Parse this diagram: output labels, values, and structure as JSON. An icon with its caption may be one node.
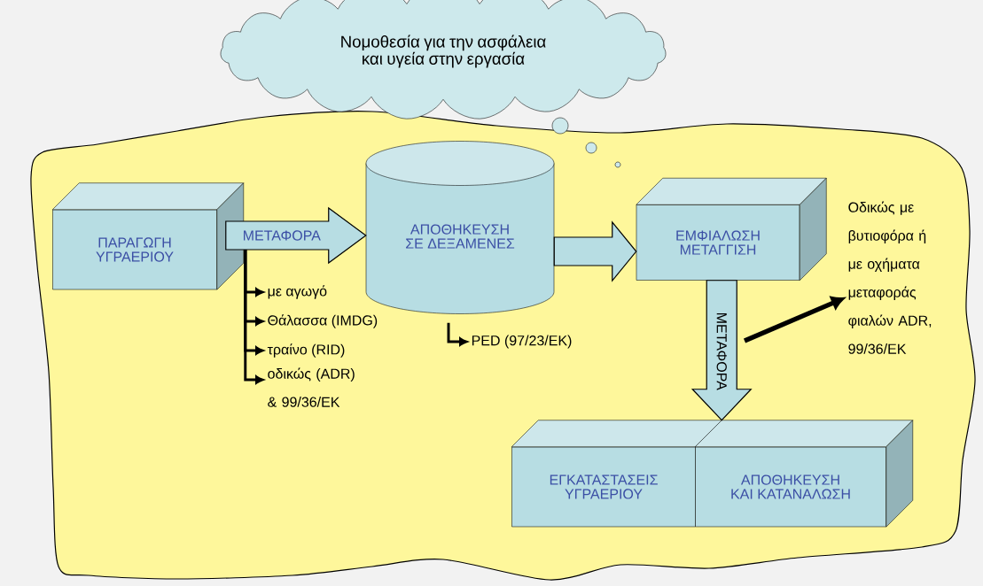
{
  "diagram": {
    "nodes": [
      {
        "text": [
          "Νομοθεσία για την ασφάλεια και υγεία στην εργασία"
        ]
      },
      {
        "text": [
          "ΠΑΡΑΓΩΓΗ ΥΓΡΑΕΡΙΟΥ"
        ]
      },
      {
        "text": [
          "ΑΠΟΘΗΚΕΥΣΗ ΣΕ ΔΕΞΑΜΕΝΕΣ"
        ]
      },
      {
        "text": [
          "ΕΜΦΙΑΛΩΣΗ ΜΕΤΑΓΓΙΣΗ"
        ]
      },
      {
        "text": [
          "ΕΓΚΑΤΑΣΤΑΣΕΙΣ ΥΓΡΑΕΡΙΟΥ"
        ]
      },
      {
        "text": [
          "ΑΠΟΘΗΚΕΥΣΗ ΚΑΙ ΚΑΤΑΝΑΛΩΣΗ"
        ]
      },
      {
        "text": [
          "με αγωγό"
        ]
      },
      {
        "text": [
          "Θάλασσα (IMDG)"
        ]
      },
      {
        "text": [
          "τραίνο (RID)"
        ]
      },
      {
        "text": [
          "οδικώς (ADR) & 99/36/ΕΚ"
        ]
      },
      {
        "text": [
          "PED (97/23/ΕΚ)"
        ]
      },
      {
        "text": [
          "Οδικώς με βυτιοφόρα ή με οχήματα μεταφοράς φιαλών ADR, 99/36/ΕΚ"
        ]
      }
    ],
    "edges": [
      {
        "from": 1,
        "to": 2,
        "arrow": "to",
        "label": "ΜΕΤΑΦΟΡΑ"
      },
      {
        "from": 2,
        "to": 3,
        "arrow": "to"
      },
      {
        "from": 3,
        "to": 5,
        "arrow": "to",
        "label": "ΜΕΤΑΦΟΡΑ"
      },
      {
        "from": 1,
        "to": 6,
        "arrow": "to"
      },
      {
        "from": 1,
        "to": 7,
        "arrow": "to"
      },
      {
        "from": 1,
        "to": 8,
        "arrow": "to"
      },
      {
        "from": 1,
        "to": 9,
        "arrow": "to"
      },
      {
        "from": 2,
        "to": 10,
        "arrow": "to"
      },
      {
        "from": null,
        "to": 11,
        "arrow": "to",
        "style": "thick"
      }
    ]
  }
}
